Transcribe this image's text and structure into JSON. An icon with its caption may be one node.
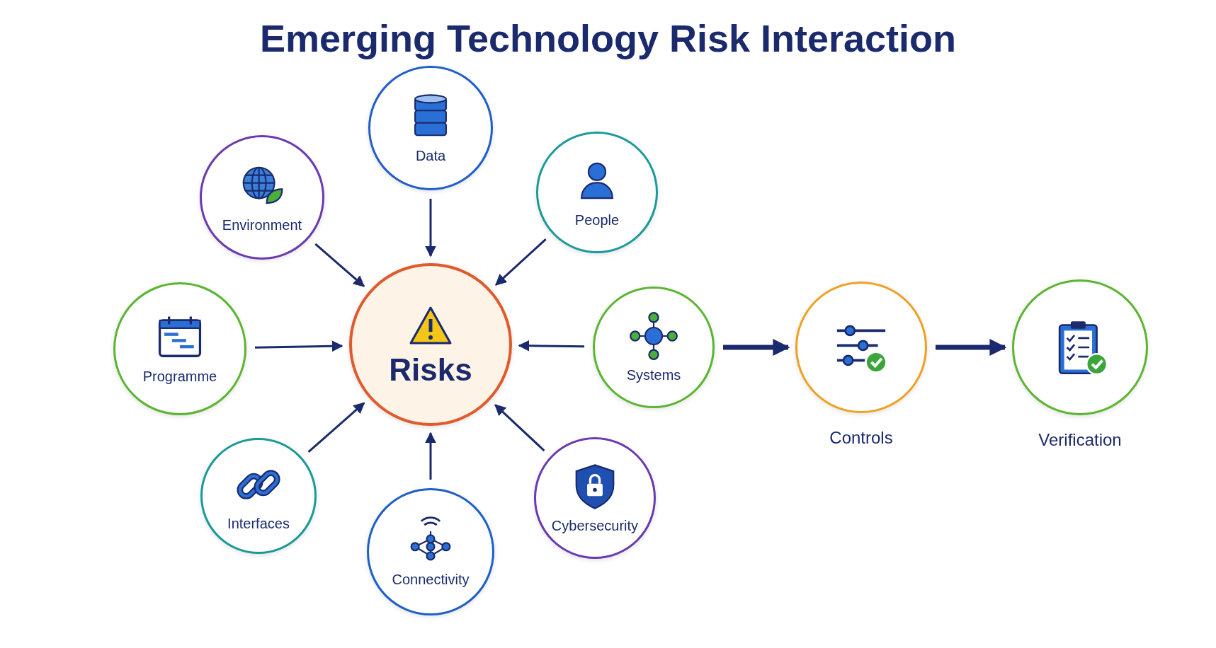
{
  "diagram": {
    "title": "Emerging Technology Risk Interaction",
    "nodes": [
      {
        "text": [
          "Data"
        ]
      },
      {
        "text": [
          "Environment"
        ]
      },
      {
        "text": [
          "People"
        ]
      },
      {
        "text": [
          "Programme"
        ]
      },
      {
        "text": [
          "Risks"
        ]
      },
      {
        "text": [
          "Systems"
        ]
      },
      {
        "text": [
          "Controls"
        ]
      },
      {
        "text": [
          "Verification"
        ]
      },
      {
        "text": [
          "Interfaces"
        ]
      },
      {
        "text": [
          "Cybersecurity"
        ]
      },
      {
        "text": [
          "Connectivity"
        ]
      }
    ],
    "edges": [
      {
        "from": 1,
        "to": 4,
        "arrow": "to"
      },
      {
        "from": 0,
        "to": 4,
        "arrow": "to"
      },
      {
        "from": 2,
        "to": 4,
        "arrow": "to"
      },
      {
        "from": 3,
        "to": 4,
        "arrow": "to"
      },
      {
        "from": 5,
        "to": 4,
        "arrow": "to"
      },
      {
        "from": 8,
        "to": 4,
        "arrow": "to"
      },
      {
        "from": 10,
        "to": 4,
        "arrow": "to"
      },
      {
        "from": 9,
        "to": 4,
        "arrow": "to"
      },
      {
        "from": 5,
        "to": 6,
        "arrow": "to",
        "style": "thick"
      },
      {
        "from": 6,
        "to": 7,
        "arrow": "to",
        "style": "thick"
      }
    ]
  }
}
